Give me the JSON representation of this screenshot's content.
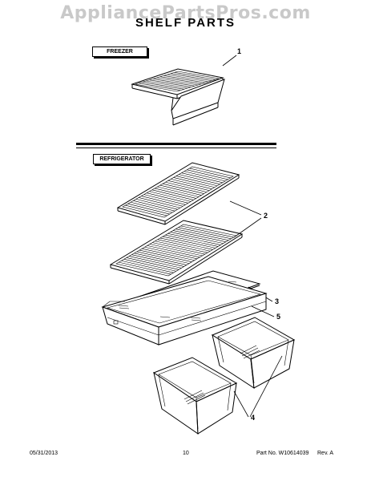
{
  "watermark": "AppliancePartsPros.com",
  "title": "SHELF PARTS",
  "sections": {
    "freezer": "FREEZER",
    "refrigerator": "REFRIGERATOR"
  },
  "callouts": [
    "1",
    "2",
    "3",
    "5",
    "4"
  ],
  "footer": {
    "date": "05/31/2013",
    "page": "10",
    "part": "Part No. W10614039",
    "rev": "Rev. A"
  }
}
